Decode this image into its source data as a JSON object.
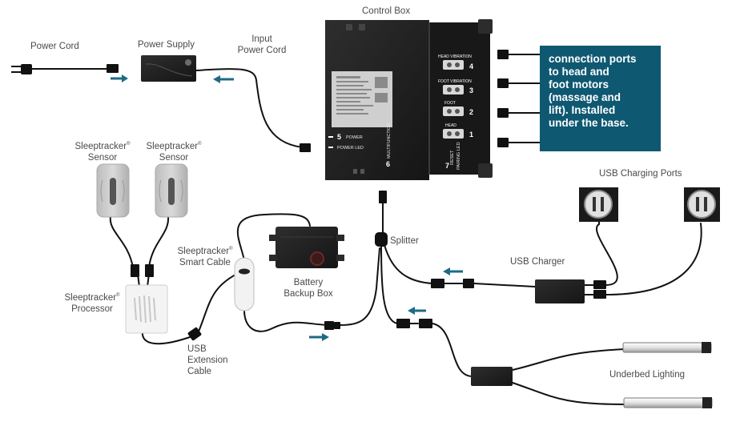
{
  "labels": {
    "control_box": "Control Box",
    "power_cord": "Power Cord",
    "power_supply": "Power Supply",
    "input_power_cord_l1": "Input",
    "input_power_cord_l2": "Power Cord",
    "sensor_l1": "Sleeptracker",
    "sensor_l2": "Sensor",
    "smart_cable_l1": "Sleeptracker",
    "smart_cable_l2": "Smart Cable",
    "battery_l1": "Battery",
    "battery_l2": "Backup Box",
    "splitter": "Splitter",
    "processor_l1": "Sleeptracker",
    "processor_l2": "Processor",
    "usb_ext_l1": "USB",
    "usb_ext_l2": "Extension",
    "usb_ext_l3": "Cable",
    "usb_ports": "USB Charging Ports",
    "usb_charger": "USB Charger",
    "underbed": "Underbed Lighting",
    "reg_mark": "®"
  },
  "note": "connection ports\nto head and\nfoot motors\n(massage and\nlift). Installed\nunder the base.",
  "control_box": {
    "ports": [
      {
        "label": "HEAD VIBRATION",
        "number": "4"
      },
      {
        "label": "FOOT VIBRATION",
        "number": "3"
      },
      {
        "label": "FOOT",
        "number": "2"
      },
      {
        "label": "HEAD",
        "number": "1"
      }
    ],
    "power_num": "5",
    "power_text": "POWER",
    "power_led_text": "POWER LED",
    "multi_num": "6",
    "multi_text": "MULTIFUNCTION",
    "reset_num": "7",
    "reset_text": "RESET",
    "pairing_text": "PAIRING LED"
  },
  "colors": {
    "accent": "#0f5872",
    "arrow": "#1f6a85",
    "cable": "#111111",
    "box": "#232323"
  }
}
